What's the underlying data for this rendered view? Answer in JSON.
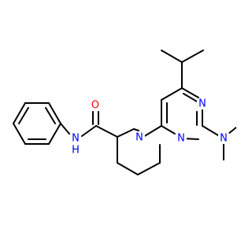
{
  "molecule": {
    "atoms": [
      {
        "id": "a_o",
        "element": "O",
        "label": "O",
        "color": "#ff0000"
      },
      {
        "id": "a_nh",
        "element": "N",
        "label": "N",
        "color": "#0000ff"
      },
      {
        "id": "a_nh_h",
        "element": "H",
        "label": "H",
        "color": "#0000ff"
      },
      {
        "id": "a_npip",
        "element": "N",
        "label": "N",
        "color": "#0000ff"
      },
      {
        "id": "a_n1",
        "element": "N",
        "label": "N",
        "color": "#0000ff"
      },
      {
        "id": "a_n3",
        "element": "N",
        "label": "N",
        "color": "#0000ff"
      },
      {
        "id": "a_nme2",
        "element": "N",
        "label": "N",
        "color": "#0000ff"
      }
    ],
    "bond_color": "#000000",
    "background": "#ffffff"
  }
}
